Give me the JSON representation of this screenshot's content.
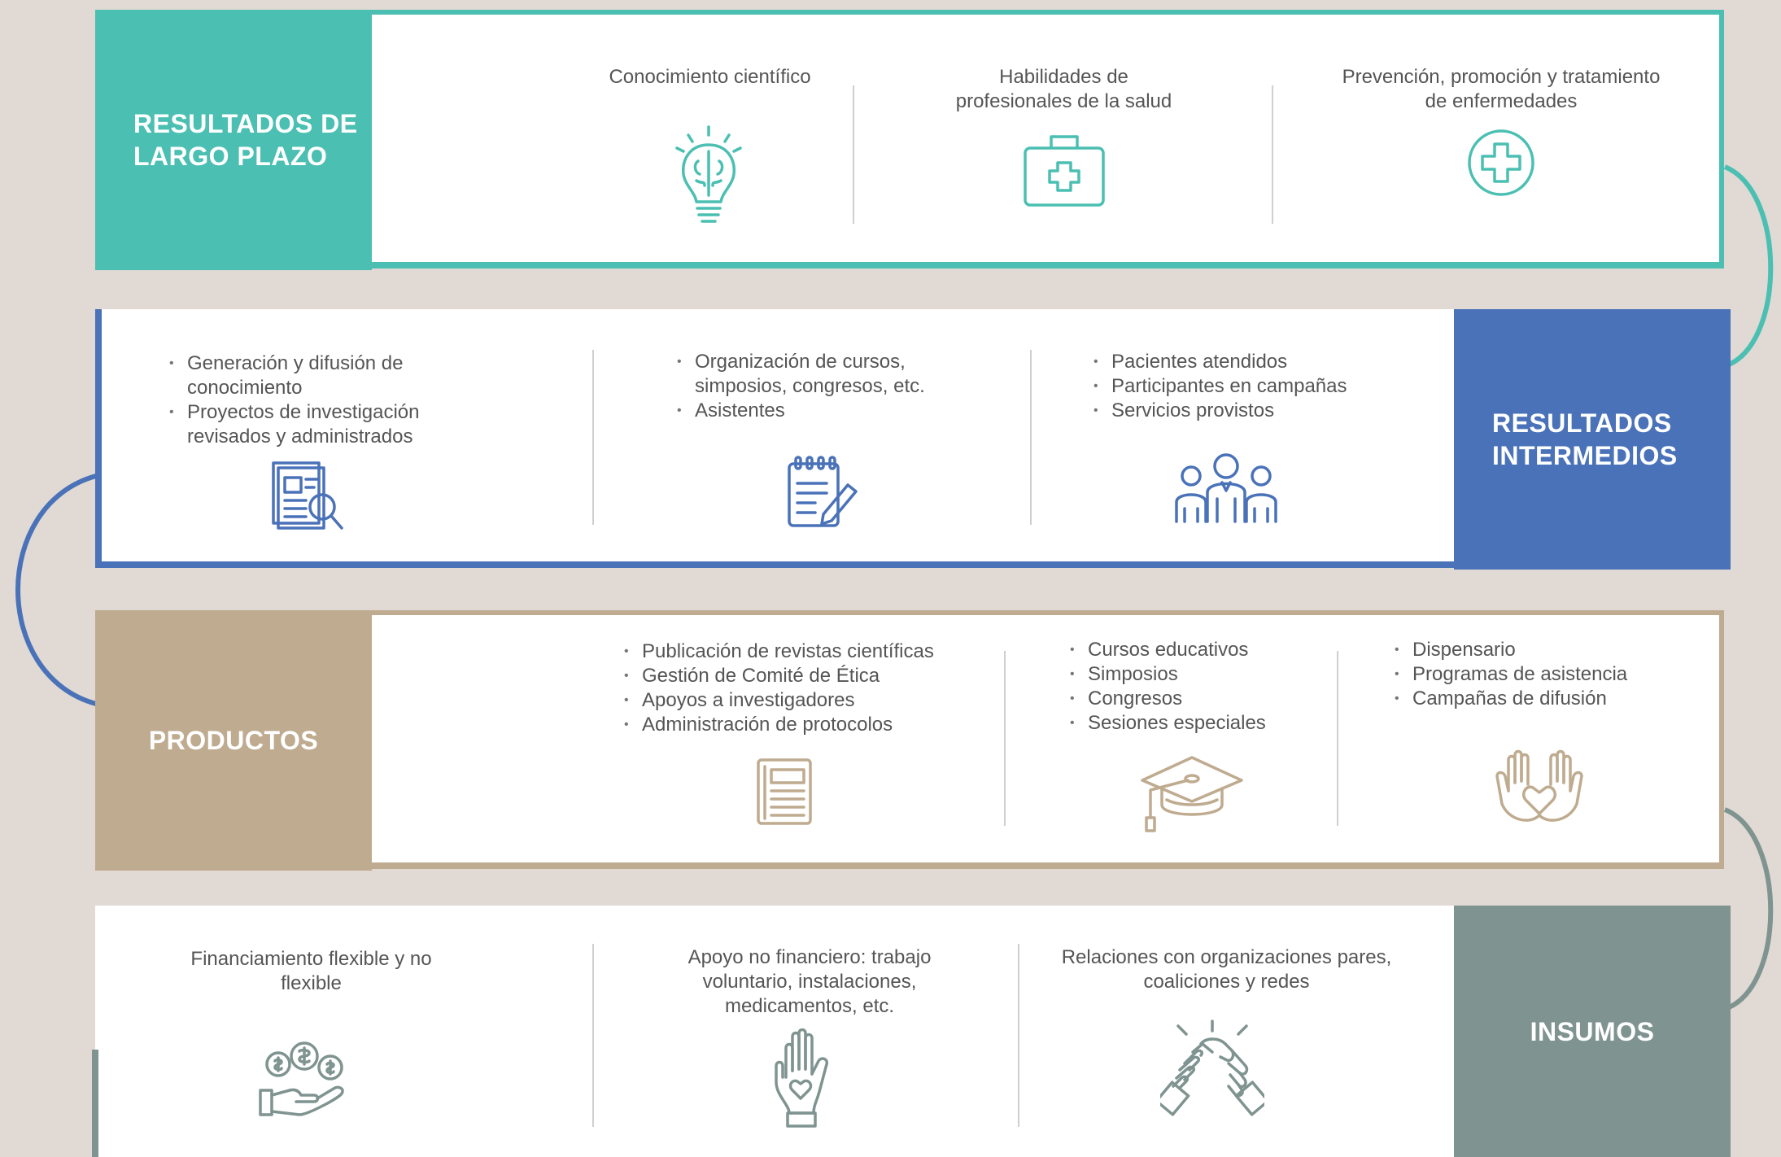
{
  "colors": {
    "teal": "#4bbfb2",
    "blue": "#4a72b8",
    "tan": "#bfab8f",
    "gray": "#7f9490",
    "background": "#e0d9d4"
  },
  "long_term": {
    "label": "RESULTADOS DE LARGO PLAZO",
    "items": [
      {
        "text": "Conocimiento científico",
        "icon": "brain-lightbulb-icon"
      },
      {
        "text": "Habilidades de profesionales de la salud",
        "icon": "first-aid-kit-icon"
      },
      {
        "text": "Prevención, promoción y tratamiento de enfermedades",
        "icon": "medical-cross-icon"
      }
    ]
  },
  "intermediate": {
    "label": "RESULTADOS INTERMEDIOS",
    "columns": [
      {
        "bullets": [
          "Generación y difusión de conocimiento",
          "Proyectos de investigación revisados y administrados"
        ],
        "icon": "document-search-icon"
      },
      {
        "bullets": [
          "Organización de cursos, simposios, congresos, etc.",
          "Asistentes"
        ],
        "icon": "notepad-pencil-icon"
      },
      {
        "bullets": [
          "Pacientes atendidos",
          "Participantes en campañas",
          "Servicios provistos"
        ],
        "icon": "people-group-icon"
      }
    ]
  },
  "products": {
    "label": "PRODUCTOS",
    "columns": [
      {
        "bullets": [
          "Publicación de revistas científicas",
          "Gestión de Comité de Ética",
          "Apoyos a investigadores",
          "Administración de protocolos"
        ],
        "icon": "newspaper-icon"
      },
      {
        "bullets": [
          "Cursos educativos",
          "Simposios",
          "Congresos",
          "Sesiones especiales"
        ],
        "icon": "graduation-cap-icon"
      },
      {
        "bullets": [
          "Dispensario",
          "Programas de asistencia",
          "Campañas de difusión"
        ],
        "icon": "hands-heart-icon"
      }
    ]
  },
  "inputs": {
    "label": "INSUMOS",
    "items": [
      {
        "text": "Financiamiento flexible y no flexible",
        "icon": "hand-coins-icon"
      },
      {
        "text": "Apoyo no financiero: trabajo voluntario, instalaciones, medicamentos, etc.",
        "icon": "hand-heart-icon"
      },
      {
        "text": "Relaciones con organizaciones pares, coaliciones y redes",
        "icon": "handshake-icon"
      }
    ]
  }
}
